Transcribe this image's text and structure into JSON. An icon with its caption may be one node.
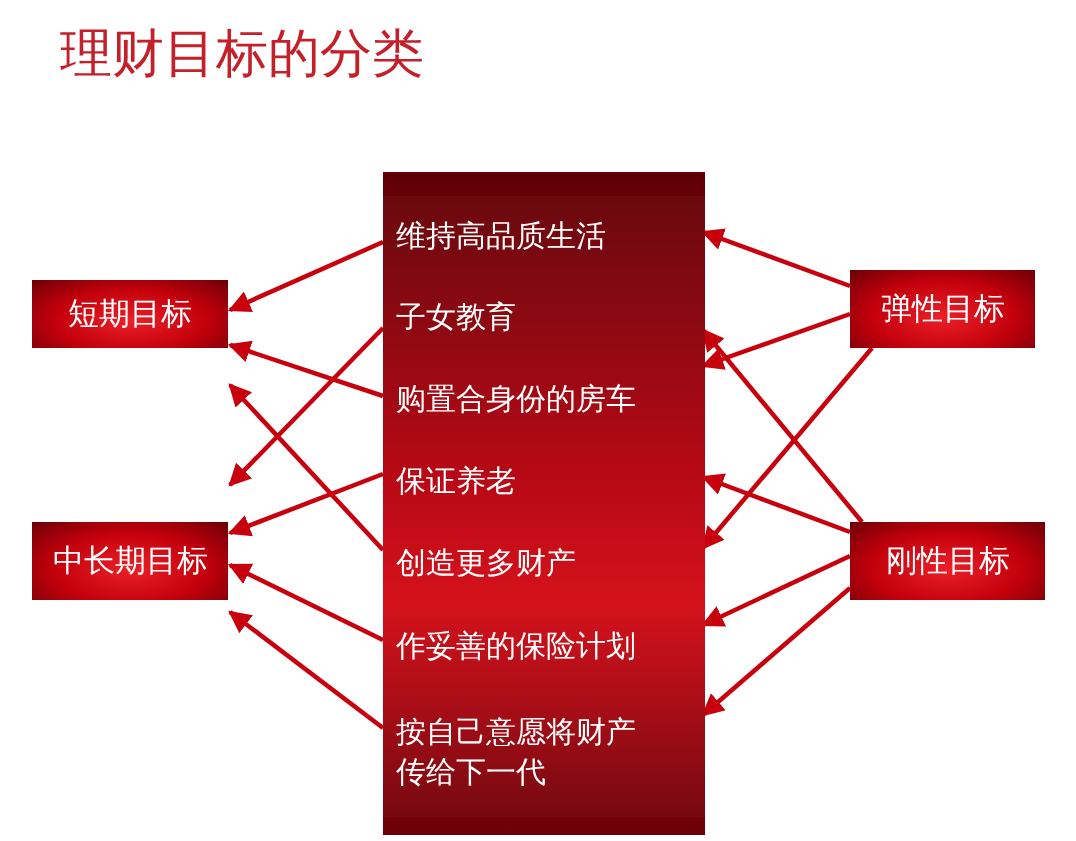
{
  "diagram": {
    "title": "理财目标的分类",
    "nodes": [
      {
        "text": [],
        "shape": "box"
      },
      {
        "text": [
          "维持高品质生活"
        ],
        "in": 0
      },
      {
        "text": [
          "子女教育"
        ],
        "in": 0
      },
      {
        "text": [
          "购置合身份的房车"
        ],
        "in": 0
      },
      {
        "text": [
          "保证养老"
        ],
        "in": 0
      },
      {
        "text": [
          "创造更多财产"
        ],
        "in": 0
      },
      {
        "text": [
          "作妥善的保险计划"
        ],
        "in": 0
      },
      {
        "text": [
          "按自己意愿将财产传给下一代"
        ],
        "in": 0
      },
      {
        "text": [
          "短期目标"
        ]
      },
      {
        "text": [
          "中长期目标"
        ]
      },
      {
        "text": [
          "弹性目标"
        ]
      },
      {
        "text": [
          "刚性目标"
        ]
      }
    ],
    "edges": [
      {
        "from": 1,
        "to": 8,
        "arrow": "to"
      },
      {
        "from": 3,
        "to": 8,
        "arrow": "to"
      },
      {
        "from": 5,
        "to": 8,
        "arrow": "to"
      },
      {
        "from": 2,
        "to": 9,
        "arrow": "to"
      },
      {
        "from": 4,
        "to": 9,
        "arrow": "to"
      },
      {
        "from": 6,
        "to": 9,
        "arrow": "to"
      },
      {
        "from": 7,
        "to": 9,
        "arrow": "to"
      },
      {
        "from": 10,
        "to": 1,
        "arrow": "to"
      },
      {
        "from": 10,
        "to": 3,
        "arrow": "to"
      },
      {
        "from": 10,
        "to": 5,
        "arrow": "to"
      },
      {
        "from": 11,
        "to": 2,
        "arrow": "to"
      },
      {
        "from": 11,
        "to": 4,
        "arrow": "to"
      },
      {
        "from": 11,
        "to": 6,
        "arrow": "to"
      },
      {
        "from": 11,
        "to": 7,
        "arrow": "to"
      }
    ]
  }
}
